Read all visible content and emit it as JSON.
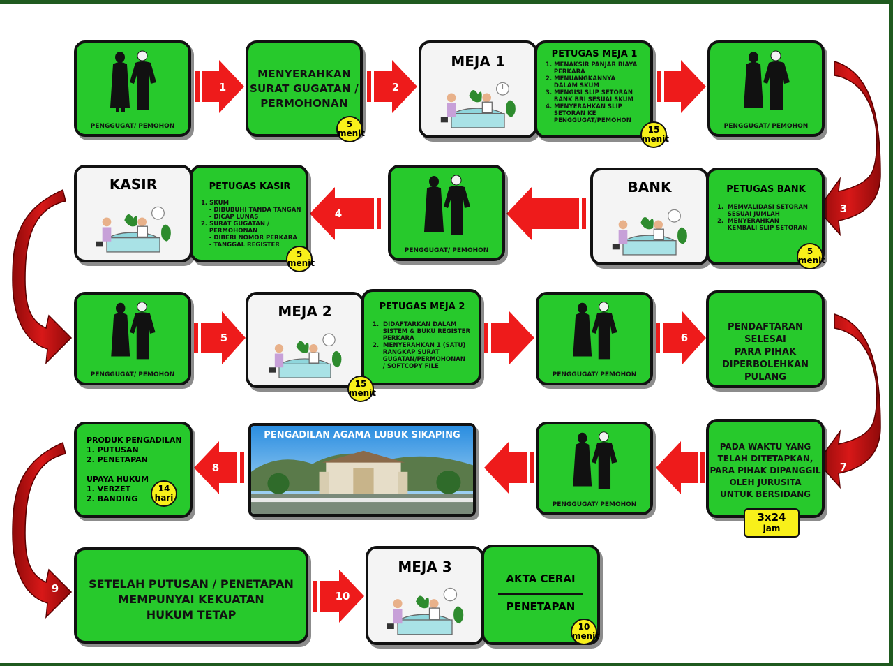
{
  "colors": {
    "accent_green": "#27c92c",
    "arrow_red": "#ee1b1b",
    "curve_red": "#c80f0f",
    "badge_yellow": "#f8f01a",
    "frame": "#1f5a1f"
  },
  "people_caption": "PENGGUGAT/ PEMOHON",
  "row1": {
    "submit_text": [
      "MENYERAHKAN",
      "SURAT GUGATAN /",
      "PERMOHONAN"
    ],
    "submit_badge": {
      "value": "5",
      "unit": "menit"
    },
    "meja1_title": "MEJA 1",
    "petugas1_title": "PETUGAS MEJA 1",
    "petugas1_items": [
      "1. MENAKSIR PANJAR BIAYA",
      "    PERKARA",
      "2. MENUANGKANNYA",
      "    DALAM SKUM",
      "3. MENGISI SLIP SETORAN",
      "    BANK BRI SESUAI SKUM",
      "4. MENYERAHKAN SLIP",
      "    SETORAN KE",
      "    PENGGUGAT/PEMOHON"
    ],
    "petugas1_badge": {
      "value": "15",
      "unit": "menit"
    }
  },
  "row2": {
    "kasir_title": "KASIR",
    "petugas_kasir_title": "PETUGAS KASIR",
    "petugas_kasir_items": [
      "1. SKUM",
      "    - DIBUBUHI TANDA TANGAN",
      "    - DICAP LUNAS",
      "2. SURAT GUGATAN /",
      "    PERMOHONAN",
      "    - DIBERI NOMOR PERKARA",
      "    - TANGGAL REGISTER"
    ],
    "kasir_badge": {
      "value": "5",
      "unit": "menit"
    },
    "bank_title": "BANK",
    "petugas_bank_title": "PETUGAS BANK",
    "petugas_bank_items": [
      "1.  MEMVALIDASI SETORAN",
      "     SESUAI JUMLAH",
      "2.  MENYERAHKAN",
      "     KEMBALI SLIP SETORAN"
    ],
    "bank_badge": {
      "value": "5",
      "unit": "menit"
    }
  },
  "row3": {
    "meja2_title": "MEJA 2",
    "petugas2_title": "PETUGAS MEJA 2",
    "petugas2_items": [
      "1.  DIDAFTARKAN DALAM",
      "     SISTEM & BUKU REGISTER",
      "     PERKARA",
      "2.  MENYERAHKAN 1 (SATU)",
      "     RANGKAP SURAT",
      "     GUGATAN/PERMOHONAN",
      "     / SOFTCOPY FILE"
    ],
    "meja2_badge": {
      "value": "15",
      "unit": "menit"
    },
    "selesai_text": [
      "PENDAFTARAN SELESAI",
      "PARA PIHAK",
      "DIPERBOLEHKAN",
      "PULANG"
    ]
  },
  "row4": {
    "produk_lines": [
      "PRODUK PENGADILAN",
      "1. PUTUSAN",
      "2. PENETAPAN",
      "",
      "UPAYA HUKUM",
      "1. VERZET",
      "2. BANDING"
    ],
    "produk_badge": {
      "value": "14",
      "unit": "hari"
    },
    "court_title": "PENGADILAN AGAMA LUBUK SIKAPING",
    "sidang_text": [
      "PADA WAKTU YANG",
      "TELAH DITETAPKAN,",
      "PARA PIHAK DIPANGGIL",
      "OLEH JURUSITA",
      "UNTUK BERSIDANG"
    ],
    "sidang_badge": {
      "value": "3x24",
      "unit": "jam"
    }
  },
  "row5": {
    "putusan_text": [
      "SETELAH PUTUSAN / PENETAPAN",
      "MEMPUNYAI KEKUATAN",
      "HUKUM TETAP"
    ],
    "meja3_title": "MEJA 3",
    "akta_text": "AKTA CERAI",
    "penetapan_text": "PENETAPAN",
    "meja3_badge": {
      "value": "10",
      "unit": "menit"
    }
  },
  "step_numbers": [
    "1",
    "2",
    "3",
    "4",
    "5",
    "6",
    "7",
    "8",
    "9",
    "10"
  ]
}
